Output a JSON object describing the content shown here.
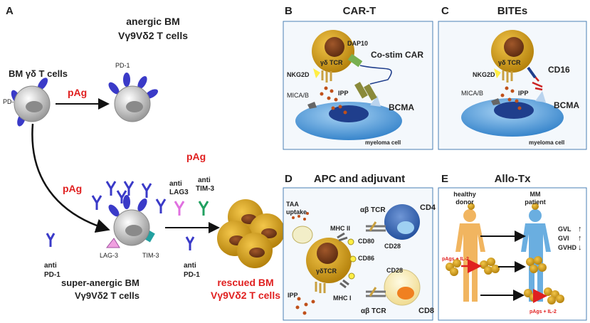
{
  "panels": {
    "A": {
      "letter": "A",
      "anergic_line1": "anergic BM",
      "anergic_line2": "Vγ9Vδ2 T cells",
      "bm_gd": "BM γδ T cells",
      "pd1_left": "PD-1",
      "pd1_top": "PD-1",
      "pag_top": "pAg",
      "pag_mid": "pAg",
      "pag_right": "pAg",
      "anti_lag3_1": "anti",
      "anti_lag3_2": "LAG3",
      "anti_tim3_1": "anti",
      "anti_tim3_2": "TIM-3",
      "anti_pd1_left_1": "anti",
      "anti_pd1_left_2": "PD-1",
      "anti_pd1_mid_1": "anti",
      "anti_pd1_mid_2": "PD-1",
      "lag3": "LAG-3",
      "tim3": "TIM-3",
      "super_line1": "super-anergic BM",
      "super_line2": "Vγ9Vδ2 T cells",
      "rescued_line1": "rescued BM",
      "rescued_line2": "Vγ9Vδ2 T cells"
    },
    "B": {
      "letter": "B",
      "title": "CAR-T",
      "dap10": "DAP10",
      "costim": "Co-stim CAR",
      "gd_tcr": "γδ TCR",
      "nkg2d": "NKG2D",
      "mica": "MICA/B",
      "ipp": "IPP",
      "bcma": "BCMA",
      "myeloma": "myeloma cell"
    },
    "C": {
      "letter": "C",
      "title": "BITEs",
      "gd_tcr": "γδ TCR",
      "nkg2d": "NKG2D",
      "cd16": "CD16",
      "mica": "MICA/B",
      "ipp": "IPP",
      "bcma": "BCMA",
      "myeloma": "myeloma cell"
    },
    "D": {
      "letter": "D",
      "title": "APC and adjuvant",
      "taa1": "TAA",
      "taa2": "uptake",
      "mhc2": "MHC II",
      "ab_tcr_top": "αβ TCR",
      "cd4": "CD4",
      "cd28_top": "CD28",
      "cd80": "CD80",
      "cd86": "CD86",
      "gd_tcr": "γδTCR",
      "ipp": "IPP",
      "mhc1": "MHC I",
      "cd28_bottom": "CD28",
      "ab_tcr_bottom": "αβ TCR",
      "cd8": "CD8"
    },
    "E": {
      "letter": "E",
      "title": "Allo-Tx",
      "healthy1": "healthy",
      "healthy2": "donor",
      "mm1": "MM",
      "mm2": "patient",
      "gvl": "GVL",
      "gvi": "GVI",
      "gvhd": "GVHD",
      "up1": "↑",
      "up2": "↑",
      "down": "↓",
      "pags_left": "pAgs + IL-2",
      "pags_bottom": "pAgs + IL-2"
    }
  },
  "colors": {
    "red": "#e02020",
    "gold": "#c8960c",
    "blue_cell": "#5aa6e6",
    "panel_border": "#4a7fb5",
    "purple_receptor": "#5b4fd0"
  }
}
